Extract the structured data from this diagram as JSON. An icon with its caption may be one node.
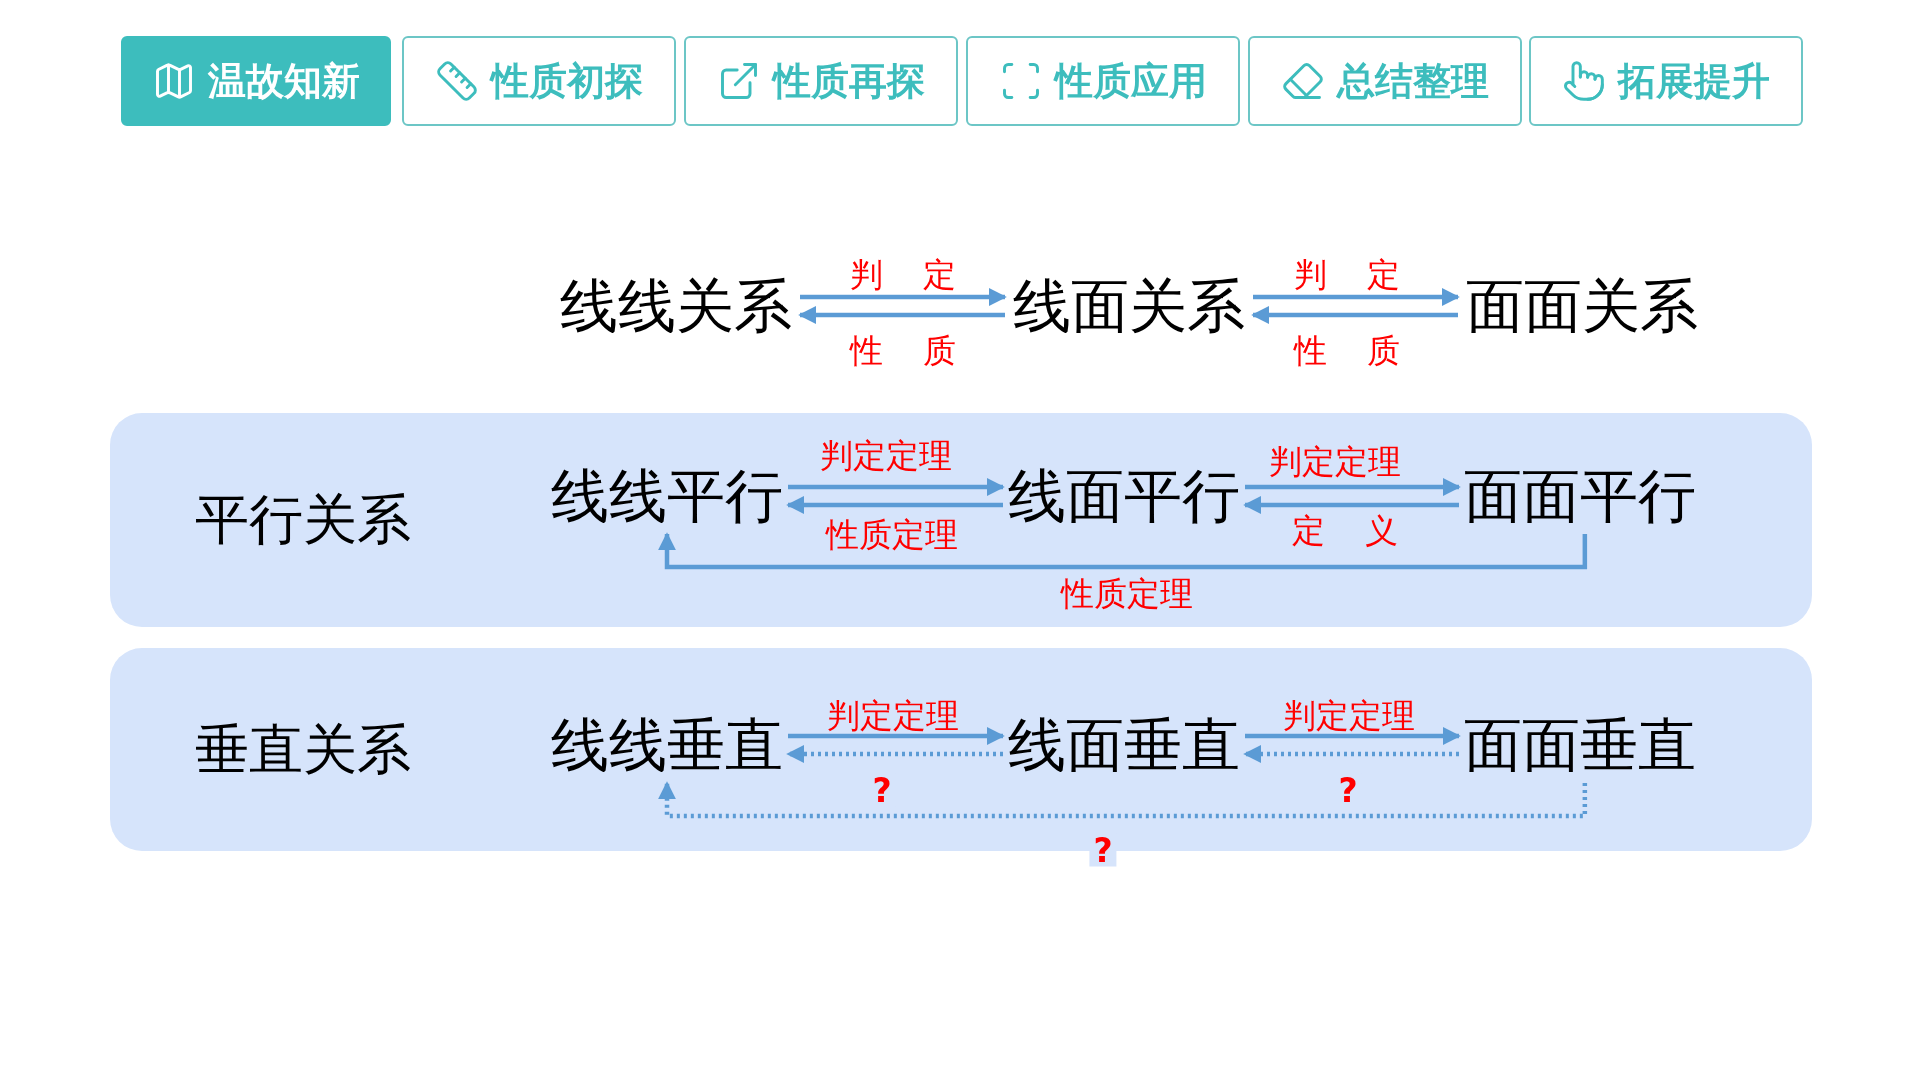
{
  "diagram": {
    "nodes": [
      {
        "text": [
          "温故知新"
        ]
      },
      {
        "text": [
          "性质初探"
        ]
      },
      {
        "text": [
          "性质再探"
        ]
      },
      {
        "text": [
          "性质应用"
        ]
      },
      {
        "text": [
          "总结整理"
        ]
      },
      {
        "text": [
          "拓展提升"
        ]
      },
      {
        "text": [
          "线线关系"
        ]
      },
      {
        "text": [
          "线面关系"
        ]
      },
      {
        "text": [
          "面面关系"
        ]
      },
      {
        "text": [
          "平行关系"
        ]
      },
      {
        "text": [
          "线线平行"
        ],
        "in": 9
      },
      {
        "text": [
          "线面平行"
        ],
        "in": 9
      },
      {
        "text": [
          "面面平行"
        ],
        "in": 9
      },
      {
        "text": [
          "垂直关系"
        ]
      },
      {
        "text": [
          "线线垂直"
        ],
        "in": 13
      },
      {
        "text": [
          "线面垂直"
        ],
        "in": 13
      },
      {
        "text": [
          "面面垂直"
        ],
        "in": 13
      }
    ],
    "edges": [
      {
        "from": 6,
        "to": 7,
        "arrow": "to",
        "label": "判 定"
      },
      {
        "from": 7,
        "to": 6,
        "arrow": "to",
        "label": "性 质"
      },
      {
        "from": 7,
        "to": 8,
        "arrow": "to",
        "label": "判 定"
      },
      {
        "from": 8,
        "to": 7,
        "arrow": "to",
        "label": "性 质"
      },
      {
        "from": 10,
        "to": 11,
        "arrow": "to",
        "label": "判定定理"
      },
      {
        "from": 11,
        "to": 10,
        "arrow": "to",
        "label": "性质定理"
      },
      {
        "from": 11,
        "to": 12,
        "arrow": "to",
        "label": "判定定理"
      },
      {
        "from": 12,
        "to": 11,
        "arrow": "to",
        "label": "定 义"
      },
      {
        "from": 12,
        "to": 10,
        "arrow": "to",
        "label": "性质定理"
      },
      {
        "from": 14,
        "to": 15,
        "arrow": "to",
        "label": "判定定理"
      },
      {
        "from": 15,
        "to": 14,
        "arrow": "to",
        "label": "?",
        "style": "dashed"
      },
      {
        "from": 15,
        "to": 16,
        "arrow": "to",
        "label": "判定定理"
      },
      {
        "from": 16,
        "to": 15,
        "arrow": "to",
        "label": "?",
        "style": "dashed"
      },
      {
        "from": 16,
        "to": 14,
        "arrow": "to",
        "label": "?",
        "style": "dashed"
      }
    ]
  }
}
